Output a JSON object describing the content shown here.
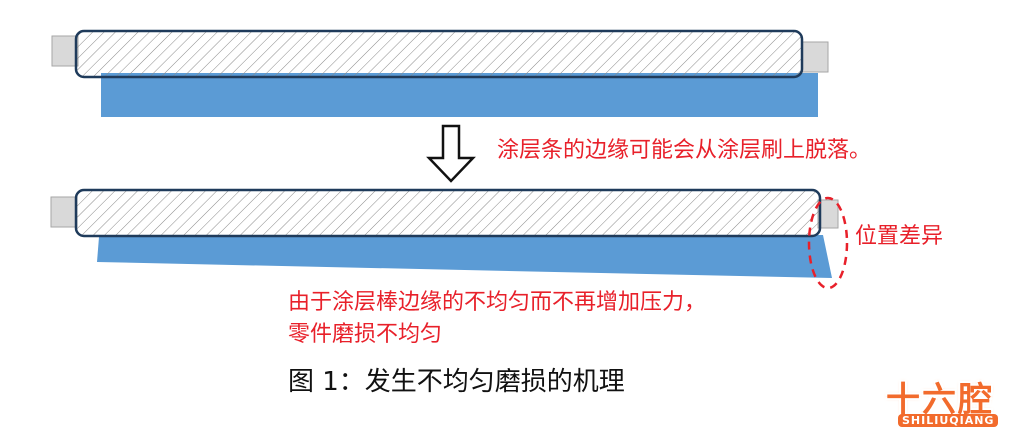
{
  "annotations": {
    "top_note": "涂层条的边缘可能会从涂层刷上脱落。",
    "position_note": "位置差异",
    "bottom_note_line1": "由于涂层棒边缘的不均匀而不再增加压力，",
    "bottom_note_line2": "零件磨损不均匀"
  },
  "caption": "图 1：发生不均匀磨损的机理",
  "logo": {
    "main": "十六腔",
    "sub": "SHILIUQIANG"
  },
  "colors": {
    "blue_part": "#5b9bd5",
    "bar_outline": "#1f3b5b",
    "end_block_fill": "#d9d9d9",
    "annotation_red": "#e8202a",
    "logo_orange": "#f26b2c"
  }
}
